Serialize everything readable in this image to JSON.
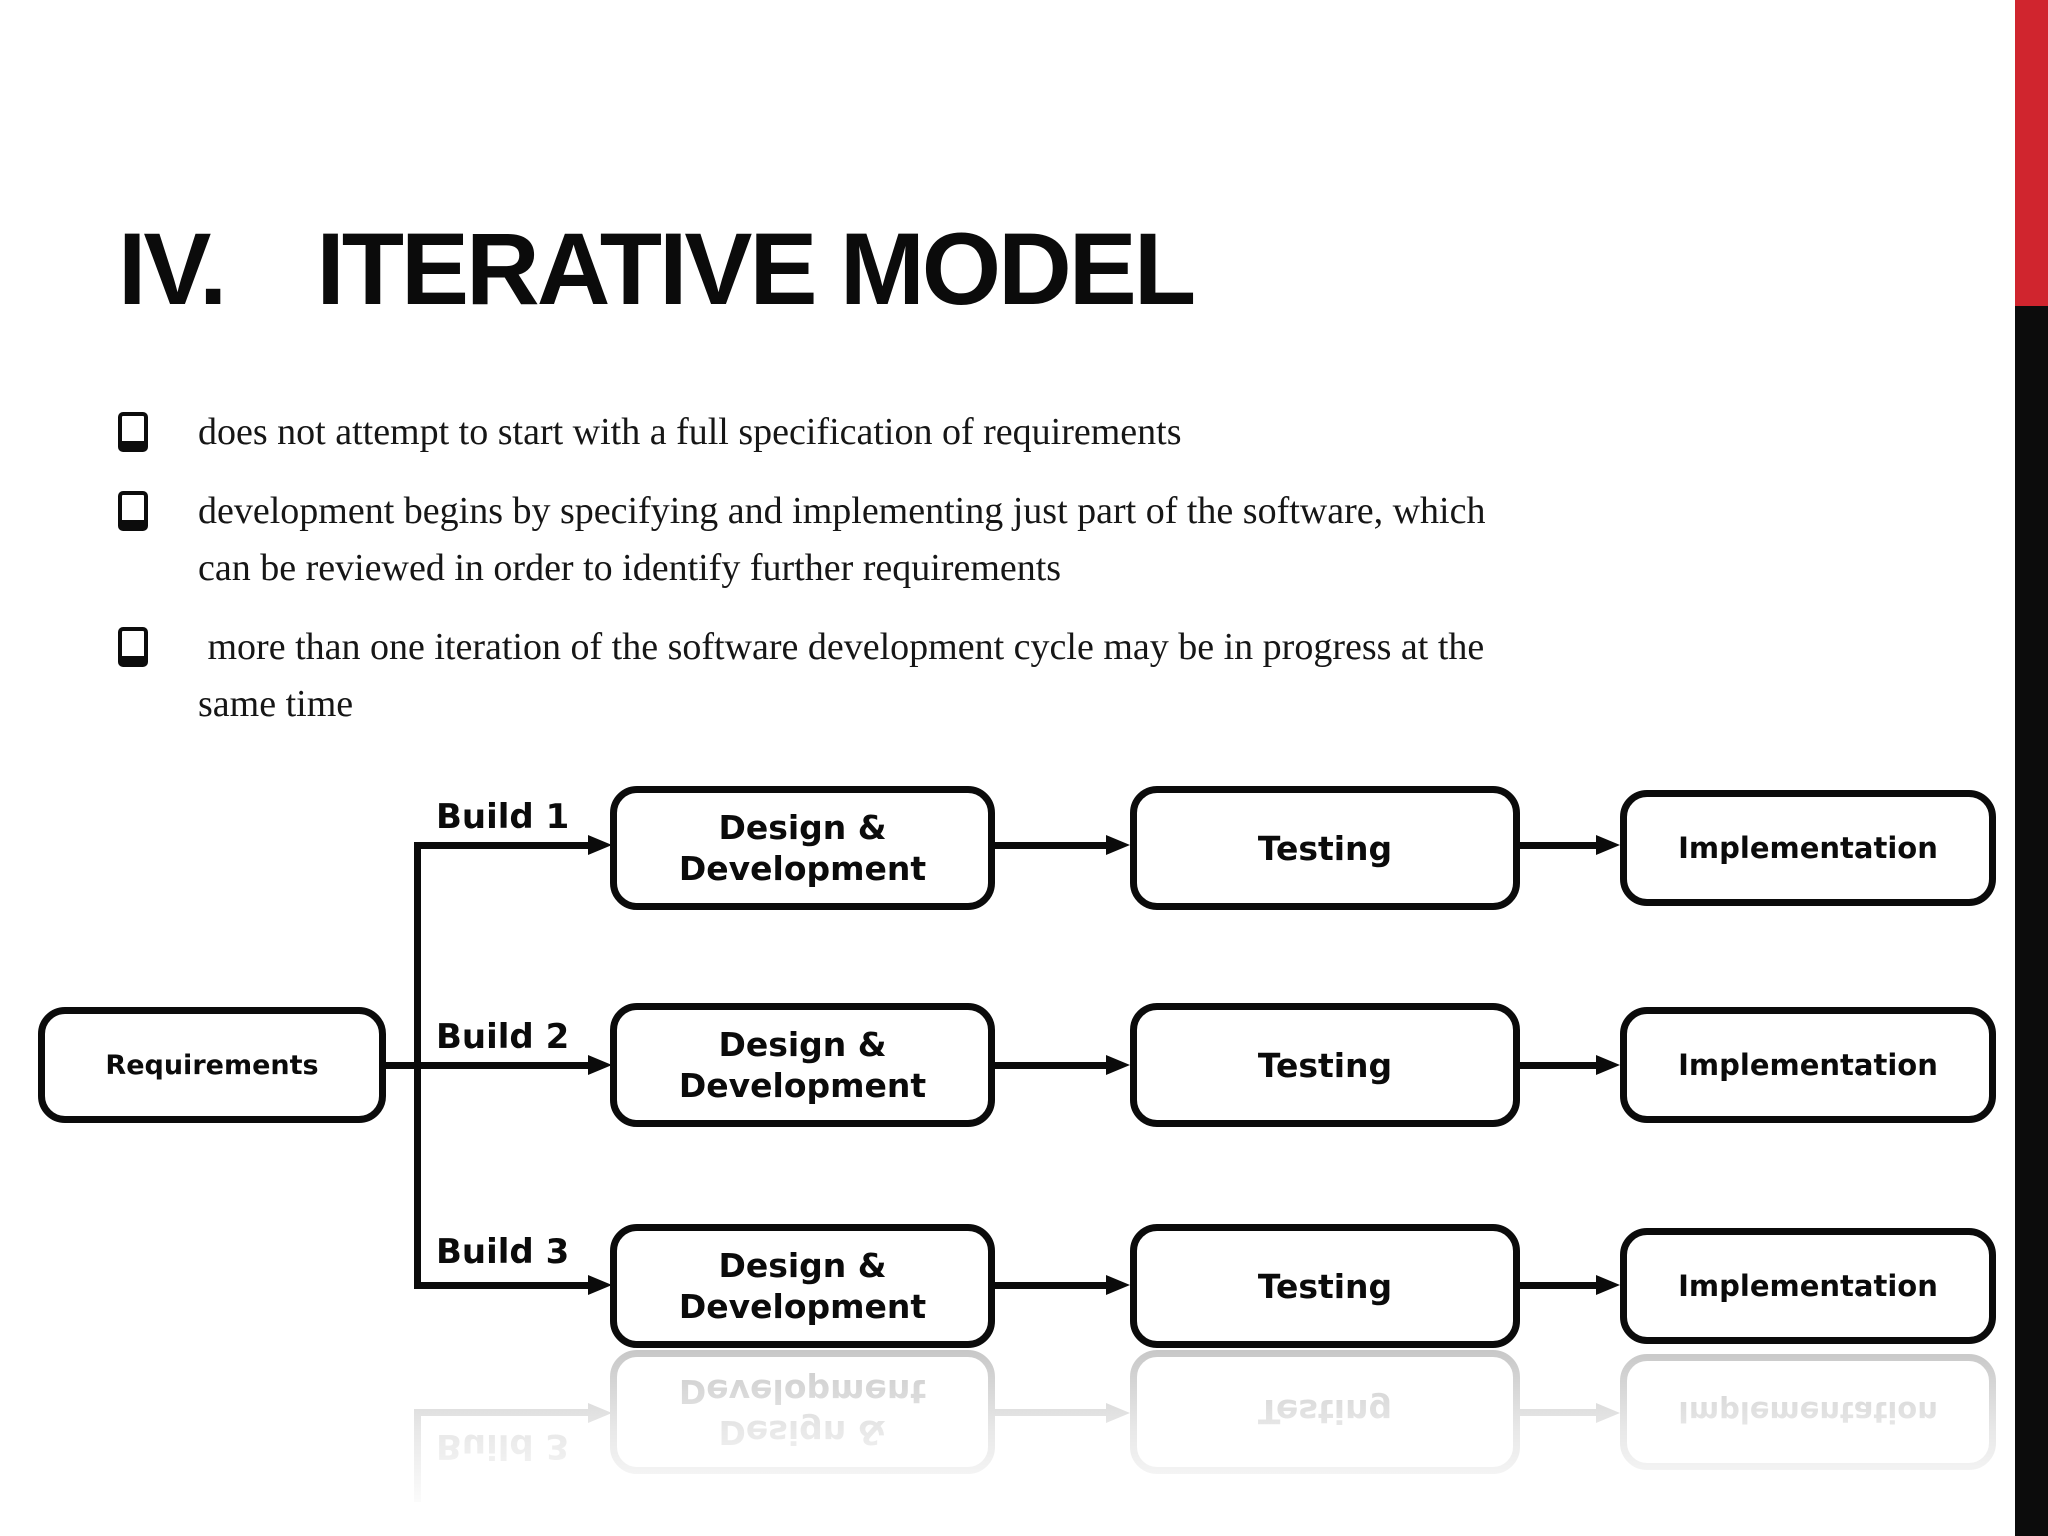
{
  "slide": {
    "title": {
      "number": "IV.",
      "text": "ITERATIVE MODEL"
    },
    "bullets": [
      {
        "lines": [
          "does not attempt to start with a full specification of requirements"
        ]
      },
      {
        "lines": [
          "development begins by specifying and implementing just part of the software, which",
          "can be reviewed in order to identify further requirements"
        ]
      },
      {
        "lines": [
          " more than one iteration of the software development cycle may be in progress at the",
          "same time"
        ]
      }
    ],
    "accent_colors": {
      "red": "#d0252e",
      "black": "#0c0c0c"
    }
  },
  "diagram": {
    "requirements_label": "Requirements",
    "rows": [
      {
        "build_label": "Build 1"
      },
      {
        "build_label": "Build 2"
      },
      {
        "build_label": "Build 3"
      }
    ],
    "box_labels": {
      "design_line1": "Design &",
      "design_line2": "Development",
      "testing": "Testing",
      "implementation": "Implementation"
    }
  }
}
